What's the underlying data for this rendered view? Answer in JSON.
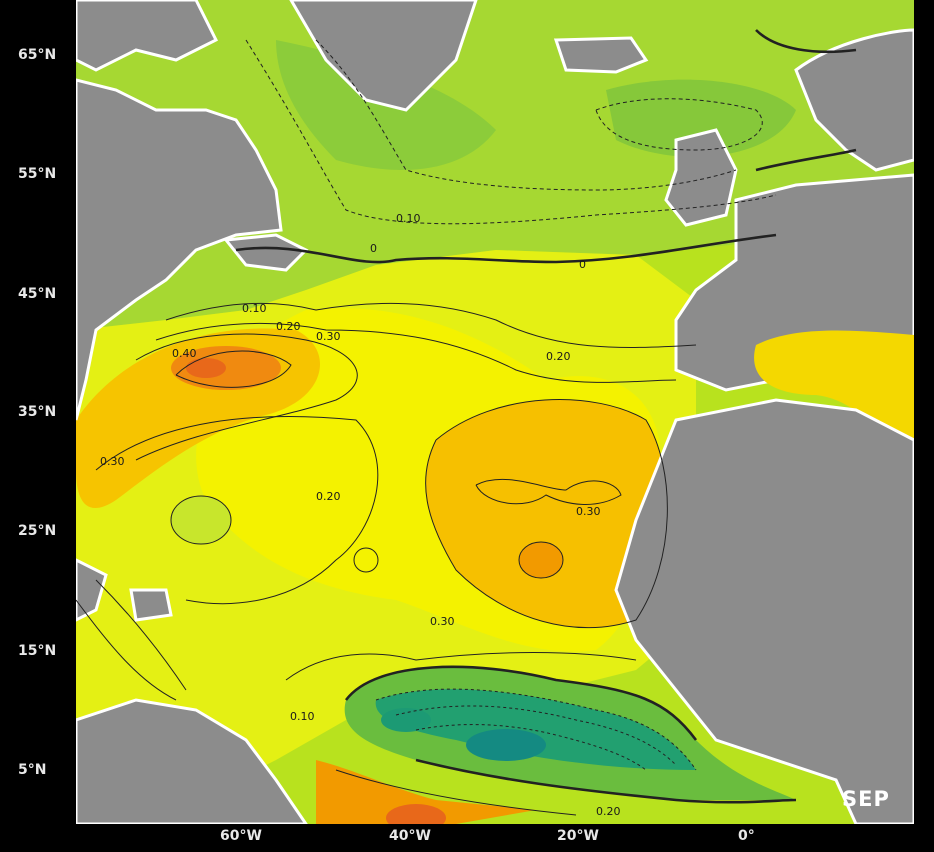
{
  "map": {
    "month": "SEP",
    "latitude_labels": [
      "65°N",
      "55°N",
      "45°N",
      "35°N",
      "25°N",
      "15°N",
      "5°N"
    ],
    "longitude_labels": [
      "60°W",
      "40°W",
      "20°W",
      "0°"
    ],
    "contour_labels": [
      "0.10",
      "0",
      "0",
      "0.10",
      "0.20",
      "0.30",
      "0.40",
      "0.20",
      "0.30",
      "0.20",
      "0.30",
      "0.30",
      "0.10",
      "0.20"
    ],
    "colors": {
      "land": "#8c8c8c",
      "coast": "#ffffff",
      "low_value": "#1e9a6a",
      "mid_value": "#d6ee10",
      "high_value": "#f08a10"
    }
  }
}
